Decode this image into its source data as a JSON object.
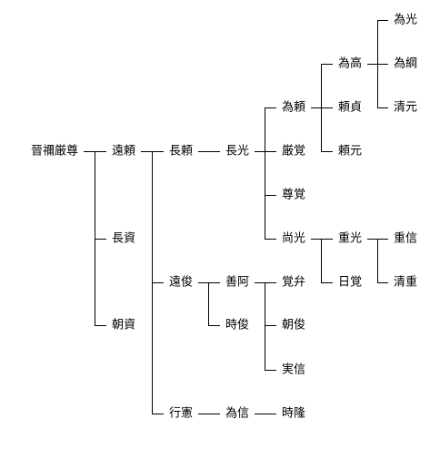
{
  "nodes": [
    {
      "id": "n0",
      "label": "晉禰厳尊"
    },
    {
      "id": "n1",
      "label": "遠頼"
    },
    {
      "id": "n2",
      "label": "長資"
    },
    {
      "id": "n3",
      "label": "朝資"
    },
    {
      "id": "n4",
      "label": "長頼"
    },
    {
      "id": "n5",
      "label": "遠俊"
    },
    {
      "id": "n6",
      "label": "行憲"
    },
    {
      "id": "n7",
      "label": "長光"
    },
    {
      "id": "n8",
      "label": "善阿"
    },
    {
      "id": "n9",
      "label": "時俊"
    },
    {
      "id": "n10",
      "label": "為信"
    },
    {
      "id": "n11",
      "label": "為頼"
    },
    {
      "id": "n12",
      "label": "厳覚"
    },
    {
      "id": "n13",
      "label": "尊覚"
    },
    {
      "id": "n14",
      "label": "尚光"
    },
    {
      "id": "n15",
      "label": "覚弁"
    },
    {
      "id": "n16",
      "label": "朝俊"
    },
    {
      "id": "n17",
      "label": "実信"
    },
    {
      "id": "n18",
      "label": "時隆"
    },
    {
      "id": "n19",
      "label": "為高"
    },
    {
      "id": "n20",
      "label": "頼貞"
    },
    {
      "id": "n21",
      "label": "頼元"
    },
    {
      "id": "n22",
      "label": "重光"
    },
    {
      "id": "n23",
      "label": "日覚"
    },
    {
      "id": "n24",
      "label": "為光"
    },
    {
      "id": "n25",
      "label": "為綱"
    },
    {
      "id": "n26",
      "label": "清元"
    },
    {
      "id": "n27",
      "label": "重信"
    },
    {
      "id": "n28",
      "label": "清重"
    }
  ],
  "edges": [
    {
      "from": "n0",
      "to": [
        "n1",
        "n2",
        "n3"
      ]
    },
    {
      "from": "n1",
      "to": [
        "n4",
        "n5",
        "n6"
      ]
    },
    {
      "from": "n4",
      "to": [
        "n7"
      ]
    },
    {
      "from": "n5",
      "to": [
        "n8",
        "n9"
      ]
    },
    {
      "from": "n6",
      "to": [
        "n10"
      ]
    },
    {
      "from": "n7",
      "to": [
        "n11",
        "n12",
        "n13",
        "n14"
      ]
    },
    {
      "from": "n8",
      "to": [
        "n15",
        "n16",
        "n17"
      ]
    },
    {
      "from": "n10",
      "to": [
        "n18"
      ]
    },
    {
      "from": "n11",
      "to": [
        "n19",
        "n20",
        "n21"
      ]
    },
    {
      "from": "n14",
      "to": [
        "n22",
        "n23"
      ]
    },
    {
      "from": "n19",
      "to": [
        "n24",
        "n25",
        "n26"
      ]
    },
    {
      "from": "n22",
      "to": [
        "n27",
        "n28"
      ]
    }
  ]
}
